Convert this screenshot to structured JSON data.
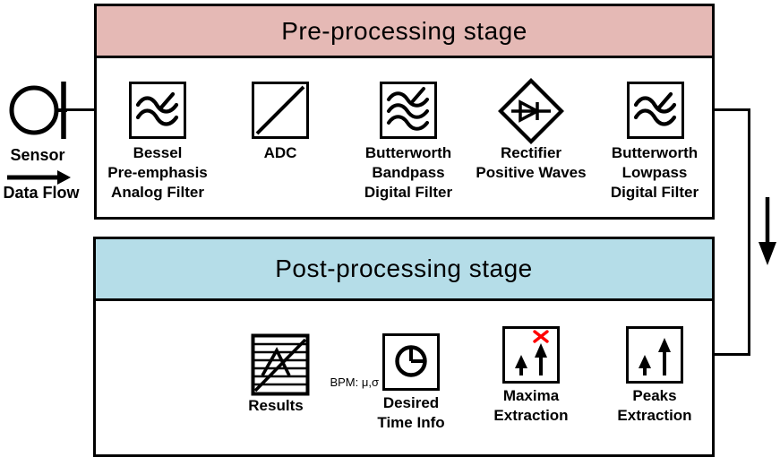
{
  "diagram": {
    "sensor": {
      "label": "Sensor",
      "flow_label": "Data Flow",
      "icon": "microphone-sensor-icon"
    },
    "pre_stage": {
      "title": "Pre-processing stage",
      "header_color": "#e5b9b5",
      "blocks": [
        {
          "label": "Bessel\nPre-emphasis\nAnalog Filter",
          "icon": "analog-filter-waves-icon"
        },
        {
          "label": "ADC",
          "icon": "adc-diagonal-icon"
        },
        {
          "label": "Butterworth\nBandpass\nDigital Filter",
          "icon": "digital-filter-3-waves-icon"
        },
        {
          "label": "Rectifier\nPositive Waves",
          "icon": "diode-diamond-icon"
        },
        {
          "label": "Butterworth\nLowpass\nDigital Filter",
          "icon": "digital-filter-2-waves-icon"
        }
      ]
    },
    "post_stage": {
      "title": "Post-processing stage",
      "header_color": "#b5dde8",
      "bus_label": "BPM: μ,σ",
      "blocks": [
        {
          "label": "Results",
          "icon": "waveform-report-icon"
        },
        {
          "label": "Desired\nTime Info",
          "icon": "clock-pie-icon"
        },
        {
          "label": "Maxima\nExtraction",
          "icon": "up-arrows-rejected-icon",
          "mark_color": "#ff0000"
        },
        {
          "label": "Peaks\nExtraction",
          "icon": "up-arrows-icon"
        }
      ]
    },
    "flow_direction_color": "#000000"
  }
}
